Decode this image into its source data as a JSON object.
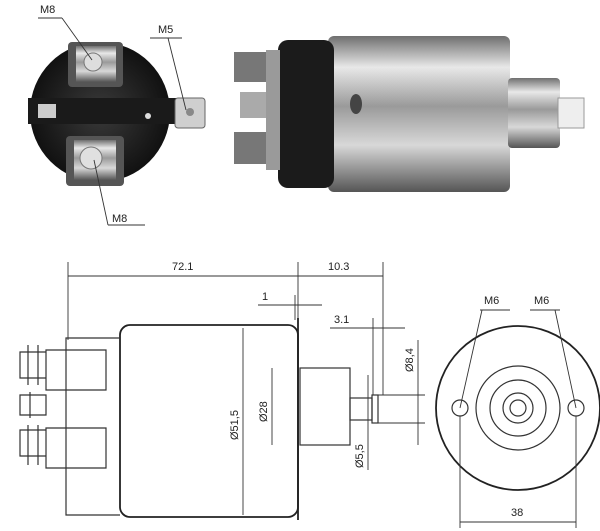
{
  "photo_labels": {
    "top_terminal": "M8",
    "small_terminal": "M5",
    "bottom_terminal": "M8"
  },
  "dimensions": {
    "overall_length": "72.1",
    "plunger_extension": "10.3",
    "flange_thickness": "1",
    "tip_length": "3.1",
    "body_diameter": "Ø51,5",
    "boss_diameter": "Ø28",
    "tip_diameter": "Ø8,4",
    "shaft_diameter": "Ø5,5",
    "mount_left": "M6",
    "mount_right": "M6",
    "mount_spacing": "38"
  },
  "colors": {
    "line": "#333333",
    "body_dark": "#1e1e1e",
    "metal": "#b8b8b8"
  }
}
